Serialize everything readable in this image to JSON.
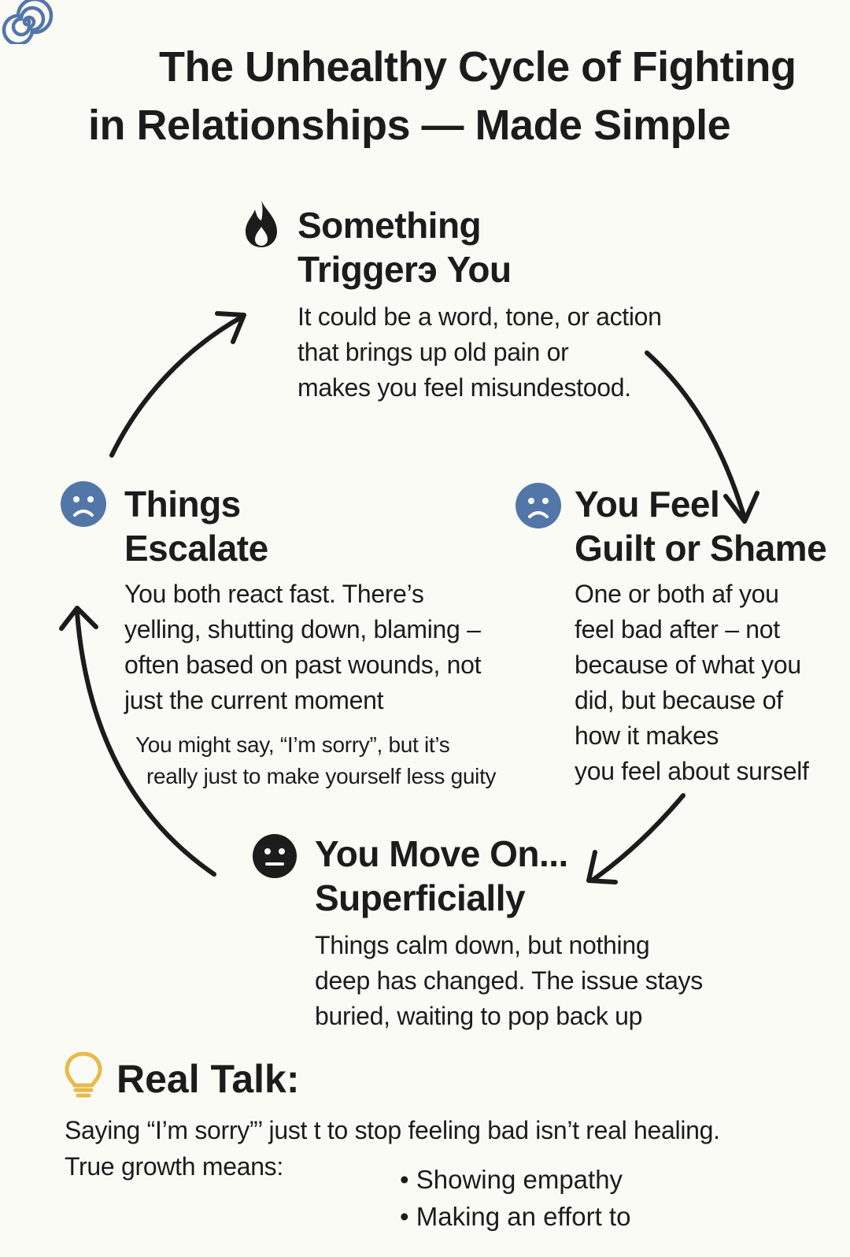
{
  "title": {
    "line1": "The Unhealthy Cycle of Fighting",
    "line2": "in Relationships — Made Simple",
    "icon": "spiral-icon"
  },
  "colors": {
    "background": "#FBFBF6",
    "text": "#1C1C1C",
    "accent_blue": "#5276A8",
    "accent_yellow": "#E9B949"
  },
  "steps": [
    {
      "id": "trigger",
      "icon": "flame-icon",
      "heading": [
        "Something",
        "Triggerэ You"
      ],
      "body": [
        "It could be a word, tone, or action",
        "that brings up old pain or",
        "makes you feel misundestood."
      ]
    },
    {
      "id": "guilt",
      "icon": "sad-face-icon",
      "heading": [
        "You Feel",
        "Guilt or Shame"
      ],
      "body": [
        "One or both af you",
        "feel bad after – not",
        "because of what you",
        "did, but because of",
        "how it makes",
        "you feel about surself"
      ]
    },
    {
      "id": "move-on",
      "icon": "neutral-face-icon",
      "heading": [
        "You Move On...",
        "Superficially"
      ],
      "body": [
        "Things calm down, but nothing",
        "deep has changed. The issue stays",
        "buried, waiting to pop back up"
      ]
    },
    {
      "id": "escalate",
      "icon": "sad-face-icon",
      "heading": [
        "Things",
        "Escalate"
      ],
      "body": [
        "You both react fast. There’s",
        "yelling, shutting down, blaming –",
        "often based on past wounds, not",
        "just the current moment"
      ],
      "note": [
        "You might say, “I’m sorry”, but it’s",
        "really just to make yourself less guity"
      ]
    }
  ],
  "real_talk": {
    "icon": "lightbulb-icon",
    "heading": "Real Talk:",
    "line1": "Saying “I’m sorry”’ just t to stop feeling bad isn’t real healing.",
    "line2": "True growth means:",
    "points": [
      "Showing empathy",
      "Making an effort to"
    ]
  }
}
